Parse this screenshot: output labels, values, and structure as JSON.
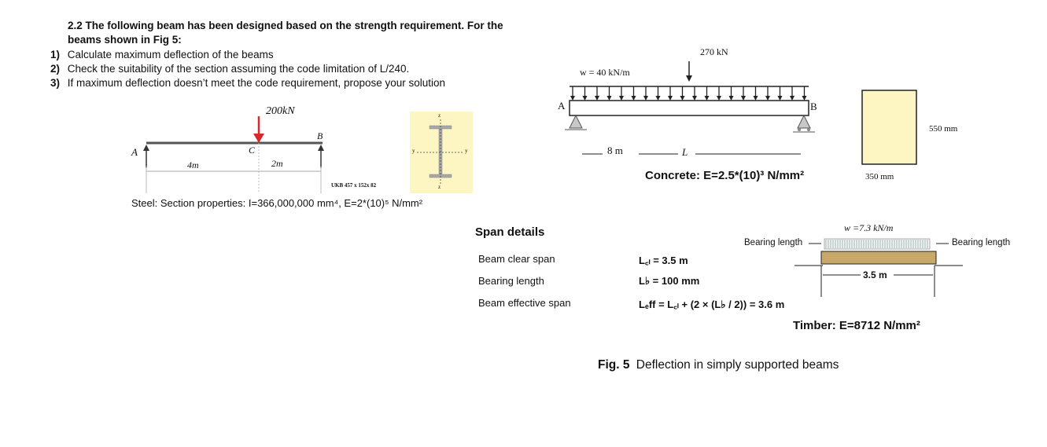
{
  "question": {
    "title_line1": "2.2 The following beam has been designed based on the strength requirement. For the",
    "title_line2": "beams shown in Fig 5:",
    "items": [
      {
        "num": "1)",
        "text": "Calculate maximum deflection of the beams"
      },
      {
        "num": "2)",
        "text": "Check the suitability of the section assuming the code limitation of L/240."
      },
      {
        "num": "3)",
        "text": "If maximum deflection doesn’t meet the code requirement, propose your solution"
      }
    ]
  },
  "steel_beam": {
    "load": "200kN",
    "support_a": "A",
    "support_b": "B",
    "point_c": "C",
    "dim_left": "4m",
    "dim_right": "2m",
    "section_label": "UKB 457 x 152x 82",
    "axis_z": "z",
    "axis_y": "y",
    "properties": "Steel: Section properties: I=366,000,000 mm⁴, E=2*(10)⁵ N/mm²",
    "colors": {
      "load_arrow": "#d8282a",
      "section_bg": "#fdf6c3",
      "section_steel": "#a7a7a7"
    }
  },
  "concrete_beam": {
    "udl": "w = 40 kN/m",
    "point_load": "270 kN",
    "support_a": "A",
    "support_b": "B",
    "dim_a": "8 m",
    "dim_l": "L",
    "material": "Concrete: E=2.5*(10)³ N/mm²",
    "section_height": "550 mm",
    "section_width": "350 mm",
    "colors": {
      "section_fill": "#fdf6c3"
    }
  },
  "span_details": {
    "heading": "Span details",
    "rows": [
      {
        "label": "Beam clear span",
        "value": "L꜀ₗ = 3.5 m"
      },
      {
        "label": "Bearing length",
        "value": "L♭ = 100 mm"
      },
      {
        "label": "Beam effective span",
        "value": "Lₑff = L꜀ₗ + (2 × (L♭ / 2)) = 3.6 m"
      }
    ]
  },
  "timber_beam": {
    "udl": "w =7.3 kN/m",
    "bearing_left": "Bearing length",
    "bearing_right": "Bearing length",
    "span": "3.5 m",
    "material": "Timber: E=8712 N/mm²",
    "colors": {
      "beam_fill": "#c8a96a"
    }
  },
  "caption": {
    "label": "Fig. 5",
    "text": "Deflection in simply supported beams"
  }
}
